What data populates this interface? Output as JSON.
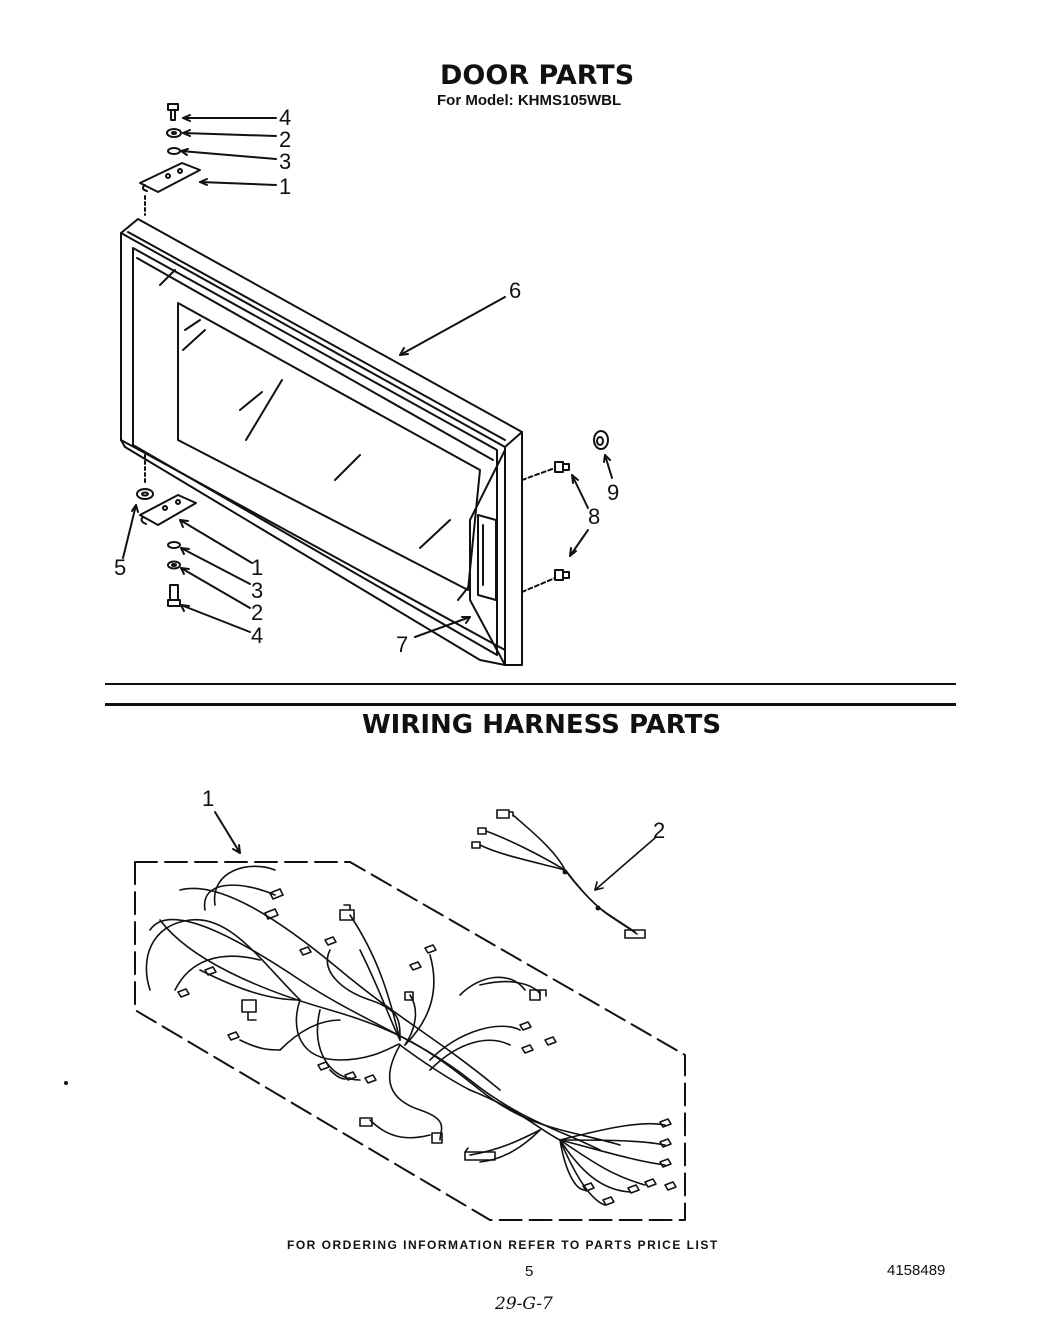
{
  "door_section": {
    "title": "DOOR PARTS",
    "model_line": "For Model: KHMS105WBL",
    "callouts_top_hinge": [
      "4",
      "2",
      "3",
      "1"
    ],
    "callout_door": "6",
    "callout_screw": "8",
    "callout_nut": "9",
    "callout_left": "5",
    "callouts_bottom_hinge": [
      "1",
      "3",
      "2",
      "4"
    ],
    "callout_handle": "7"
  },
  "wiring_section": {
    "title": "WIRING HARNESS PARTS",
    "callout_main": "1",
    "callout_small": "2"
  },
  "footer": {
    "ordering_note": "FOR ORDERING INFORMATION REFER TO PARTS PRICE LIST",
    "page_number": "5",
    "doc_number": "4158489",
    "handwritten": "29-G-7"
  }
}
